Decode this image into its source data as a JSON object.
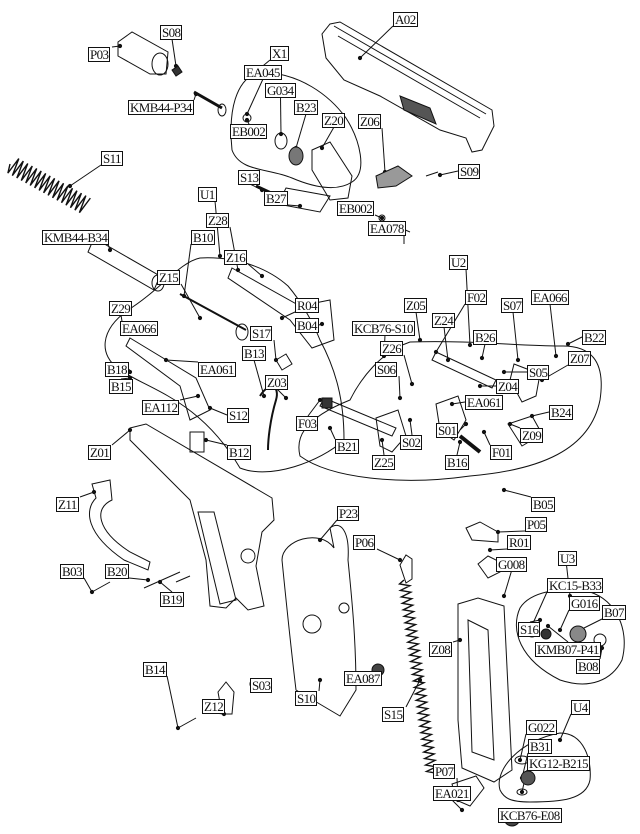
{
  "labels": [
    "A02",
    "S08",
    "P03",
    "X1",
    "EA045",
    "G034",
    "B23",
    "KMB44-P34",
    "EB002",
    "Z20",
    "Z06",
    "S13",
    "S09",
    "B27",
    "S11",
    "EB002",
    "EA078",
    "U1",
    "Z28",
    "KMB44-B34",
    "B10",
    "Z16",
    "Z15",
    "Z29",
    "R04",
    "EA066",
    "S17",
    "B04",
    "B13",
    "B18",
    "EA061",
    "B15",
    "Z03",
    "EA112",
    "S12",
    "U2",
    "F02",
    "Z05",
    "Z24",
    "S07",
    "EA066",
    "B22",
    "KCB76-S10",
    "B26",
    "Z07",
    "Z26",
    "S05",
    "Z04",
    "S06",
    "EA061",
    "B24",
    "F03",
    "B21",
    "S02",
    "S01",
    "Z09",
    "Z25",
    "B16",
    "F01",
    "Z01",
    "B12",
    "Z11",
    "B05",
    "P05",
    "P23",
    "R01",
    "P06",
    "G008",
    "U3",
    "B03",
    "B20",
    "KC15-B33",
    "G016",
    "B07",
    "B19",
    "S16",
    "Z08",
    "KMB07-P41",
    "B08",
    "B14",
    "EA087",
    "S03",
    "S10",
    "Z12",
    "U4",
    "S15",
    "G022",
    "B31",
    "KG12-B215",
    "P07",
    "EA021",
    "KCB76-E08"
  ],
  "colors": {
    "line": "#111111",
    "background": "#ffffff"
  }
}
